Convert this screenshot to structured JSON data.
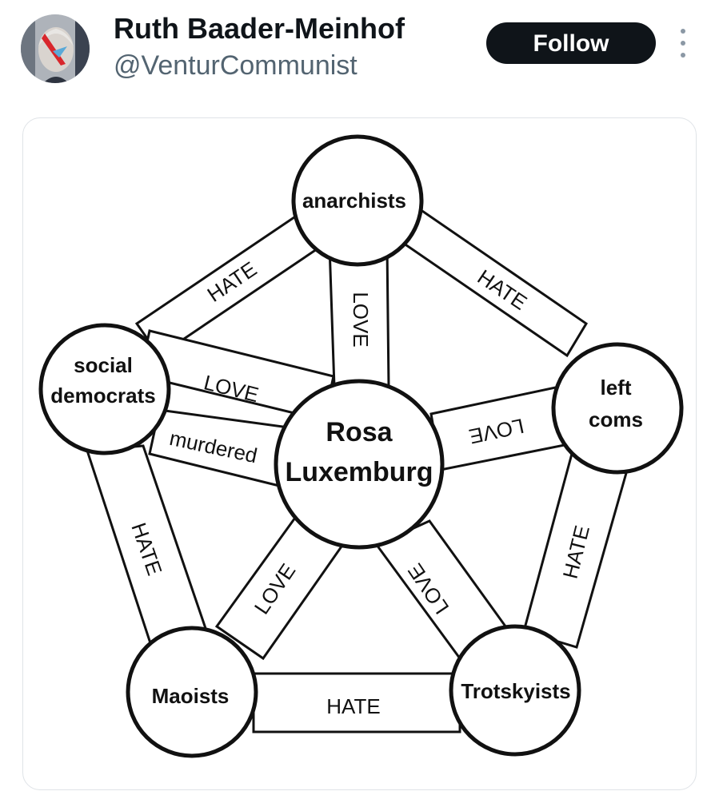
{
  "tweet": {
    "author": {
      "display_name": "Ruth Baader-Meinhof",
      "handle": "@VenturCommunist",
      "avatar": "avatar-photo"
    },
    "follow_label": "Follow",
    "more_icon": "more-dots-icon"
  },
  "diagram": {
    "nodes": {
      "anarchists": "anarchists",
      "social_democrats_line1": "social",
      "social_democrats_line2": "democrats",
      "left_coms_line1": "left",
      "left_coms_line2": "coms",
      "rosa_line1": "Rosa",
      "rosa_line2": "Luxemburg",
      "maoists": "Maoists",
      "trotskyists": "Trotskyists"
    },
    "edges": {
      "anarchists_social_democrats": "HATE",
      "anarchists_left_coms": "HATE",
      "anarchists_rosa": "LOVE",
      "social_democrats_rosa_love": "LOVE",
      "social_democrats_rosa_murdered": "murdered",
      "left_coms_rosa": "LOVE",
      "social_democrats_maoists": "HATE",
      "left_coms_trotskyists": "HATE",
      "rosa_maoists": "LOVE",
      "rosa_trotskyists": "LOVE",
      "maoists_trotskyists": "HATE"
    }
  }
}
